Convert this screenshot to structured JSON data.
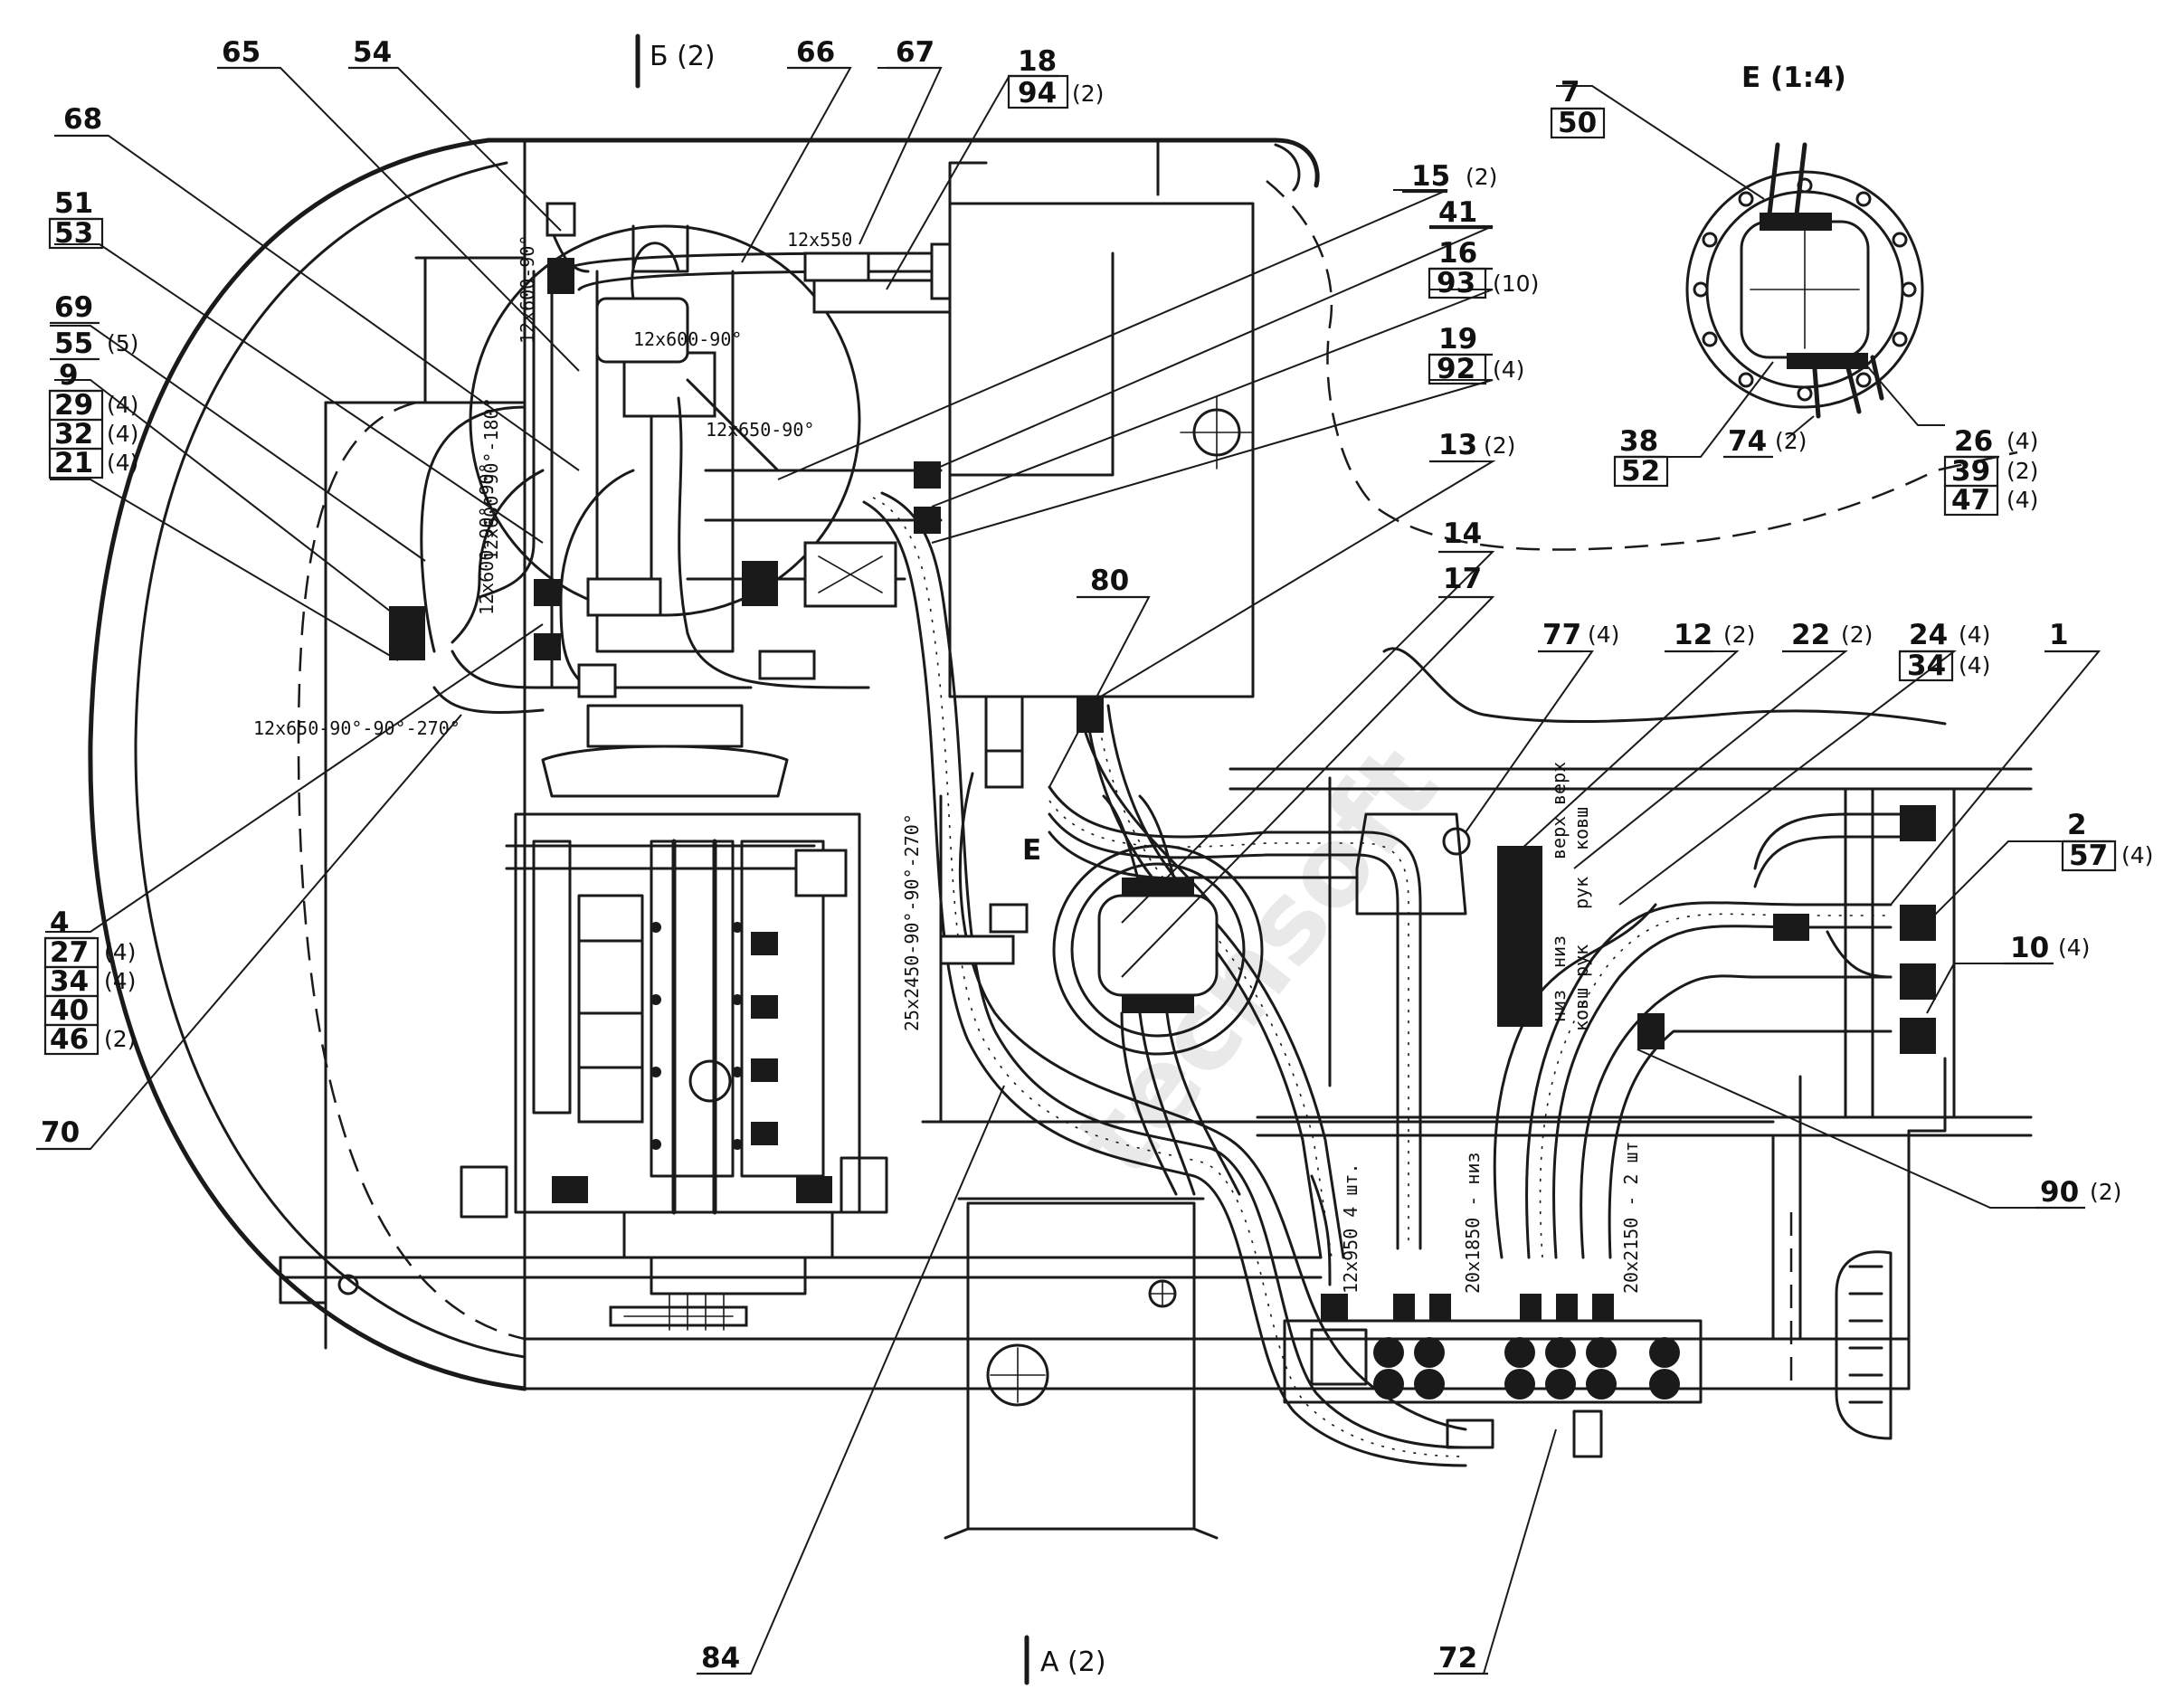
{
  "sections": {
    "b": "Б (2)",
    "a": "А (2)",
    "e_detail": "Е (1:4)",
    "e_mark": "Е"
  },
  "watermark": "techsoft",
  "dimensions": {
    "d1": "12x550",
    "d2": "12x600-90°",
    "d3": "12x600-90°",
    "d4": "12x650-90°",
    "d5": "12x600-90°-180°",
    "d6": "12x600-90°-90°",
    "d7": "12x650-90°-90°-270°",
    "d8": "25x2450-90°-90°-270°",
    "d9": "12x950 4 шт.",
    "d10": "20x1850 - низ",
    "d11": "20x2150 - 2 шт"
  },
  "valve_labels": {
    "v1": "низ",
    "v2": "низ",
    "v3": "ковш",
    "v4": "рук",
    "v5": "верх",
    "v6": "верх",
    "v7": "рук",
    "v8": "ковш"
  },
  "callouts": {
    "c65": "65",
    "c54": "54",
    "c66": "66",
    "c67": "67",
    "c18": "18",
    "c94": "94",
    "q94": "(2)",
    "c68": "68",
    "c51": "51",
    "c53": "53",
    "c69": "69",
    "c55": "55",
    "q55": "(5)",
    "c9": "9",
    "c29": "29",
    "q29": "(4)",
    "c32": "32",
    "q32": "(4)",
    "c21": "21",
    "q21": "(4)",
    "c15": "15",
    "q15": "(2)",
    "c41": "41",
    "c16": "16",
    "c93": "93",
    "q93": "(10)",
    "c19": "19",
    "c92": "92",
    "q92": "(4)",
    "c13": "13",
    "q13": "(2)",
    "c14": "14",
    "c17": "17",
    "c80": "80",
    "c77": "77",
    "q77": "(4)",
    "c12": "12",
    "q12": "(2)",
    "c22": "22",
    "q22": "(2)",
    "c24": "24",
    "q24": "(4)",
    "c34b": "34",
    "q34b": "(4)",
    "c1": "1",
    "c2": "2",
    "c57": "57",
    "q57": "(4)",
    "c10": "10",
    "q10": "(4)",
    "c4": "4",
    "c27": "27",
    "q27": "(4)",
    "c34": "34",
    "q34": "(4)",
    "c40": "40",
    "c46": "46",
    "q46": "(2)",
    "c70": "70",
    "c90": "90",
    "q90": "(2)",
    "c84": "84",
    "c72": "72",
    "c7": "7",
    "c50": "50",
    "c38": "38",
    "c52": "52",
    "c74": "74",
    "q74": "(2)",
    "c26": "26",
    "q26": "(4)",
    "c39": "39",
    "q39": "(2)",
    "c47": "47",
    "q47": "(4)"
  }
}
